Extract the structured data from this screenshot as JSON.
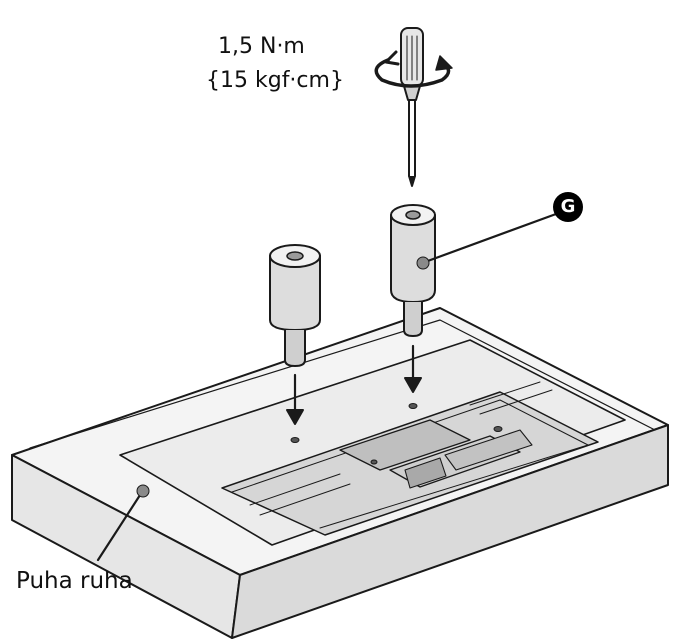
{
  "labels": {
    "torque_nm": "1,5 N·m",
    "torque_kgf": "{15 kgf·cm}",
    "part_marker": "G",
    "cloth": "Puha ruha"
  },
  "icons": [
    "screwdriver-icon",
    "rotation-arrow-icon",
    "down-arrow-icon"
  ],
  "colors": {
    "line": "#1a1a1a",
    "fill_light": "#f2f2f2",
    "fill_mid": "#d9d9d9",
    "fill_dark": "#9a9a9a",
    "marker_bg": "#000000"
  }
}
